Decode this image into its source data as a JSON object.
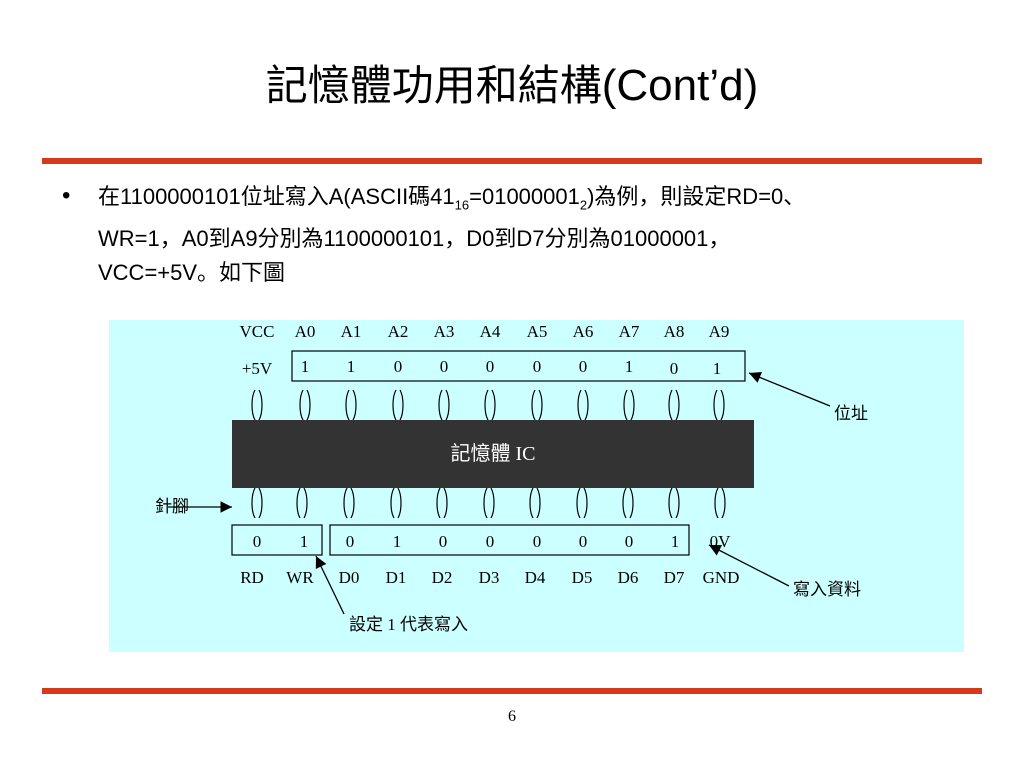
{
  "slide": {
    "title_cjk": "記憶體功用和結構",
    "title_latin": "(Cont’d)",
    "page_number": "6"
  },
  "bullet": {
    "p1": "在1100000101位址寫入A(ASCII碼41",
    "sub1": "16",
    "p2": "=01000001",
    "sub2": "2",
    "p3": ")為例，則設定RD=0、",
    "line2": "WR=1，A0到A9分別為1100000101，D0到D7分別為01000001，",
    "line3": "VCC=+5V。如下圖"
  },
  "diagram": {
    "colors": {
      "background": "#ccffff",
      "chip": "#333333",
      "rule": "#d6391b"
    },
    "top_headers": [
      "VCC",
      "A0",
      "A1",
      "A2",
      "A3",
      "A4",
      "A5",
      "A6",
      "A7",
      "A8",
      "A9"
    ],
    "vcc_value": "+5V",
    "address_bits": [
      "1",
      "1",
      "0",
      "0",
      "0",
      "0",
      "0",
      "1",
      "0",
      "1"
    ],
    "chip_label": "記憶體 IC",
    "control_bits": [
      "0",
      "1"
    ],
    "data_bits": [
      "0",
      "1",
      "0",
      "0",
      "0",
      "0",
      "0",
      "1"
    ],
    "gnd_value": "0V",
    "bottom_headers": [
      "RD",
      "WR",
      "D0",
      "D1",
      "D2",
      "D3",
      "D4",
      "D5",
      "D6",
      "D7",
      "GND"
    ],
    "callouts": {
      "address": "位址",
      "pins": "針腳",
      "write_data": "寫入資料",
      "write_flag": "設定 1 代表寫入"
    }
  }
}
